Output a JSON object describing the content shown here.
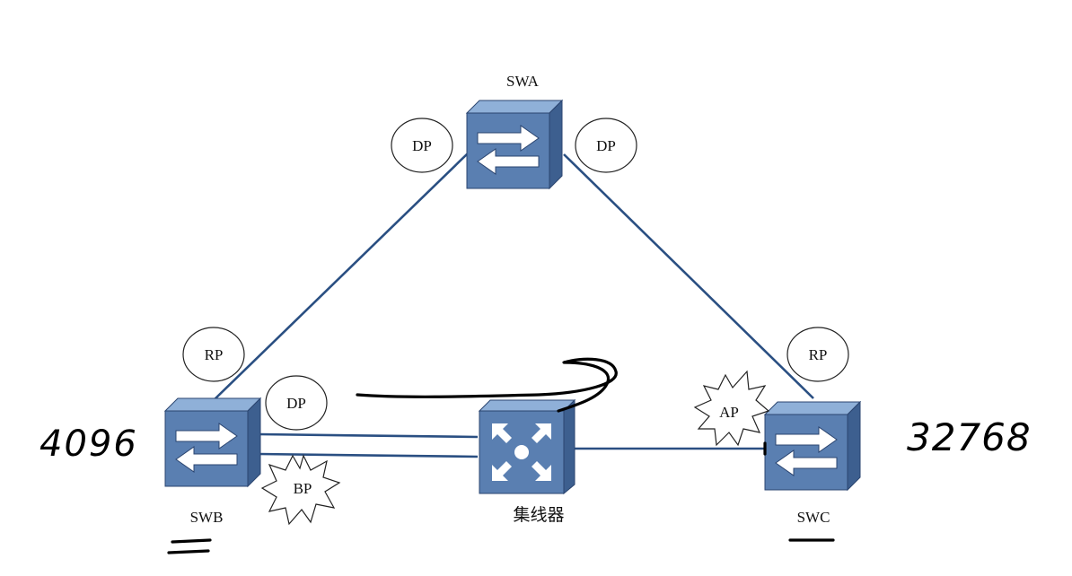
{
  "colors": {
    "link": "#2a4f82",
    "switch_front": "#5a7fb1",
    "switch_top": "#8fb0d8",
    "switch_side": "#3d5f8f",
    "ink": "#000000"
  },
  "devices": {
    "swa": {
      "label": "SWA",
      "icon": "switch-icon"
    },
    "swb": {
      "label": "SWB",
      "icon": "switch-icon"
    },
    "swc": {
      "label": "SWC",
      "icon": "switch-icon"
    },
    "hub": {
      "label": "集线器",
      "icon": "hub-icon"
    }
  },
  "port_roles": {
    "swa_left": "DP",
    "swa_right": "DP",
    "swb_up": "RP",
    "swb_right": "DP",
    "swb_blocked": "BP",
    "swc_up": "RP",
    "swc_alternate": "AP"
  },
  "annotations": {
    "swb_priority": "4096",
    "swc_priority": "32768"
  }
}
